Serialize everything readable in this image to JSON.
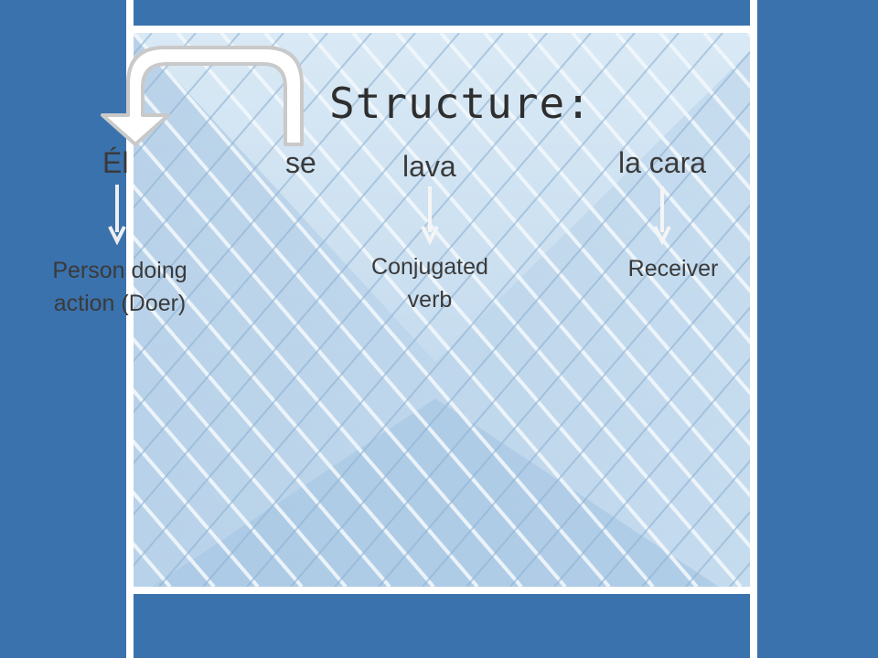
{
  "slide": {
    "title": "Structure:",
    "words": {
      "subject": "Él",
      "pronoun": "se",
      "verb": "lava",
      "object": "la cara"
    },
    "labels": {
      "subject_line1": "Person doing",
      "subject_line2": "action (Doer)",
      "verb_line1": "Conjugated",
      "verb_line2": "verb",
      "object": "Receiver"
    }
  },
  "colors": {
    "frame_blue": "#3a72ad",
    "sky": "#c7def0",
    "text": "#3a3a3a"
  },
  "icons": [
    "curved-return-arrow-icon",
    "down-arrow-icon"
  ]
}
